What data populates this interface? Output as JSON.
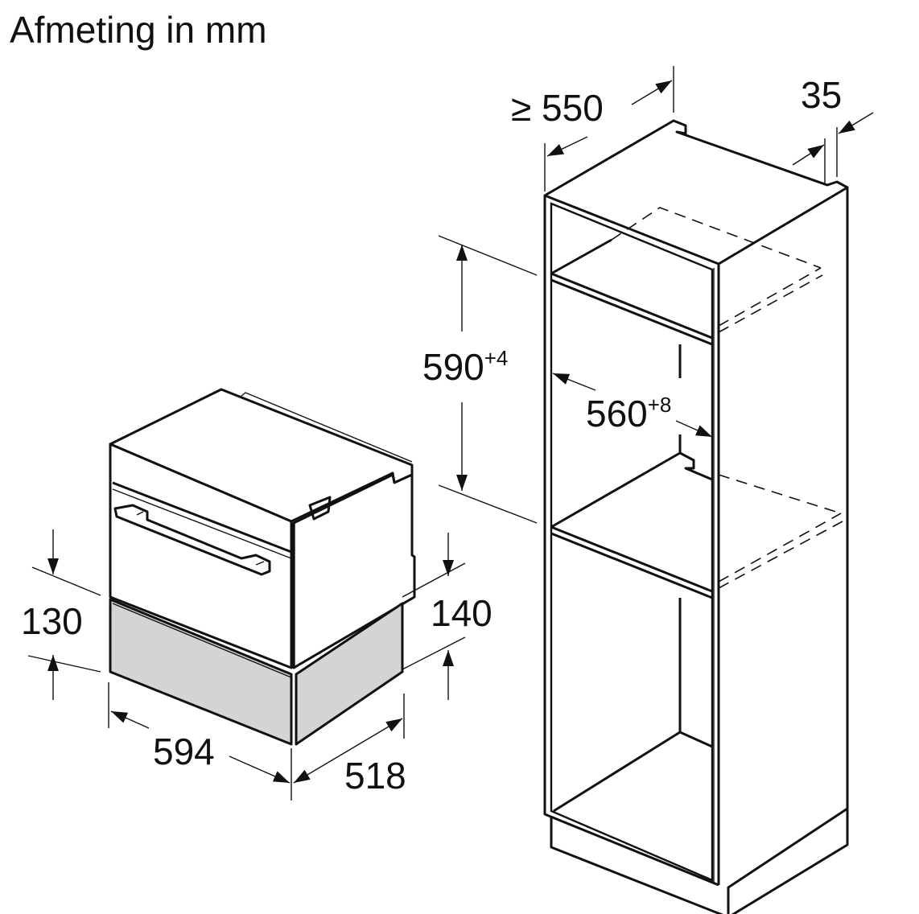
{
  "title": "Afmeting in mm",
  "appliance_dimensions": {
    "drawer_height": "130",
    "oven_to_drawer_height": "140",
    "width": "594",
    "depth": "518"
  },
  "niche_dimensions": {
    "min_depth": "≥ 550",
    "rear_gap": "35",
    "height": "590",
    "height_tolerance": "+4",
    "width": "560",
    "width_tolerance": "+8"
  },
  "colors": {
    "line": "#111111",
    "drawer_fill": "#d4d4d4"
  }
}
